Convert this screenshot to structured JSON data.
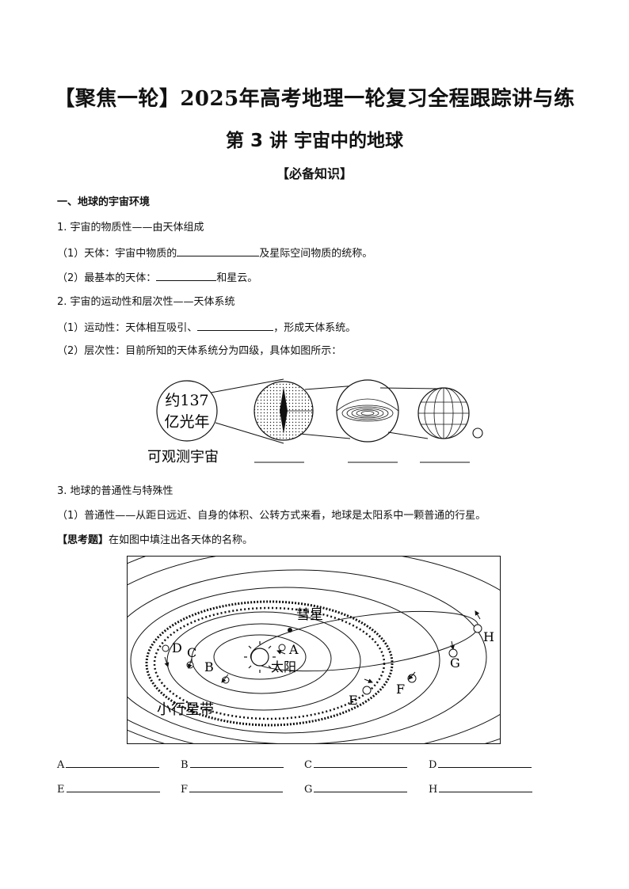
{
  "header": {
    "title": "【聚焦一轮】2025年高考地理一轮复习全程跟踪讲与练",
    "lecture": "第 3 讲  宇宙中的地球",
    "section": "【必备知识】"
  },
  "content": {
    "h1": "一、地球的宇宙环境",
    "p1": "1. 宇宙的物质性——由天体组成",
    "p1_1a": "（1）天体：宇宙中物质的",
    "p1_1b": "及星际空间物质的统称。",
    "p1_2a": "（2）最基本的天体：",
    "p1_2b": "和星云。",
    "p2": "2. 宇宙的运动性和层次性——天体系统",
    "p2_1a": "（1）运动性：天体相互吸引、",
    "p2_1b": "，形成天体系统。",
    "p2_2": "（2）层次性：目前所知的天体系统分为四级，具体如图所示：",
    "p3": "3. 地球的普通性与特殊性",
    "p3_1": "（1）普通性——从距日远近、自身的体积、公转方式来看，地球是太阳系中一颗普通的行星。",
    "think_label": "【思考题】",
    "think_text": "在如图中填注出各天体的名称。"
  },
  "hierarchy_figure": {
    "circle_line1": "约137",
    "circle_line2": "亿光年",
    "caption": "可观测宇宙"
  },
  "solar_figure": {
    "sun_label": "太阳",
    "comet_label": "彗星",
    "belt_label": "小行星带",
    "planet_labels": [
      "A",
      "B",
      "C",
      "D",
      "E",
      "F",
      "G",
      "H"
    ]
  },
  "answers": {
    "row1": [
      "A",
      "B",
      "C",
      "D"
    ],
    "row2": [
      "E",
      "F",
      "G",
      "H"
    ]
  }
}
